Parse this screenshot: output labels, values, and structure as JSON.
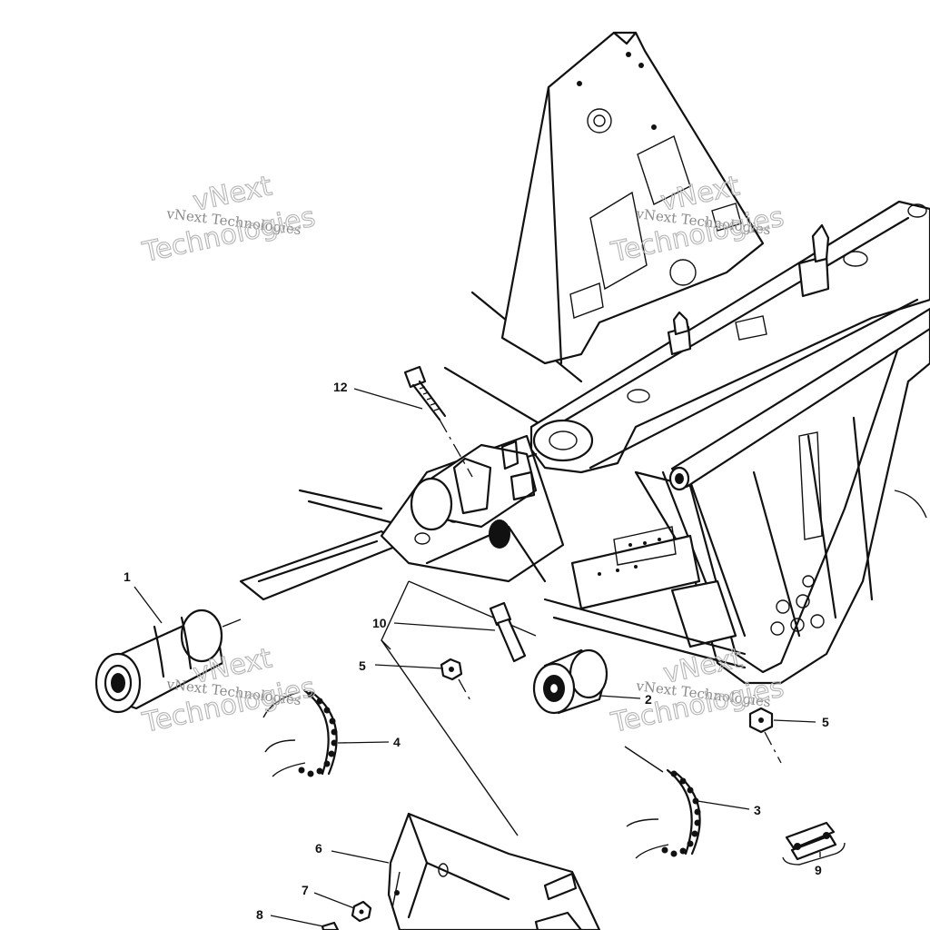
{
  "watermark": {
    "line1": "vNext",
    "line2": "vNext Technologies",
    "line3": "Technologies"
  },
  "callouts": {
    "c1": "1",
    "c2": "2",
    "c3": "3",
    "c4": "4",
    "c5a": "5",
    "c5b": "5",
    "c6": "6",
    "c7": "7",
    "c8": "8",
    "c9": "9",
    "c10": "10",
    "c12": "12"
  }
}
